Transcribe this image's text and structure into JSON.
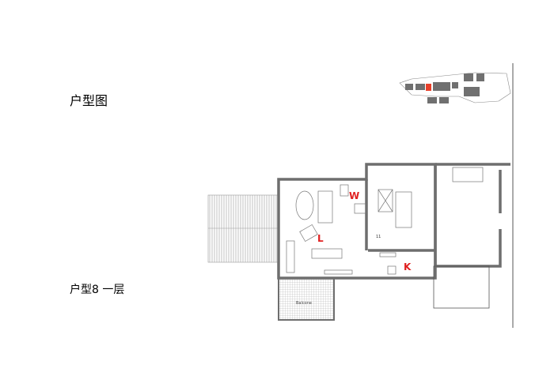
{
  "slide": {
    "title": "户型图",
    "subtitle": "户型8 一层"
  },
  "plan": {
    "room_labels": {
      "wc": "W",
      "living": "L",
      "kitchen": "K"
    },
    "balcony_label": "Balcone",
    "level_mark": "11",
    "colors": {
      "wall": "#6e6e6e",
      "label": "#e02020",
      "highlight": "#e8402a",
      "building": "#707070"
    }
  }
}
